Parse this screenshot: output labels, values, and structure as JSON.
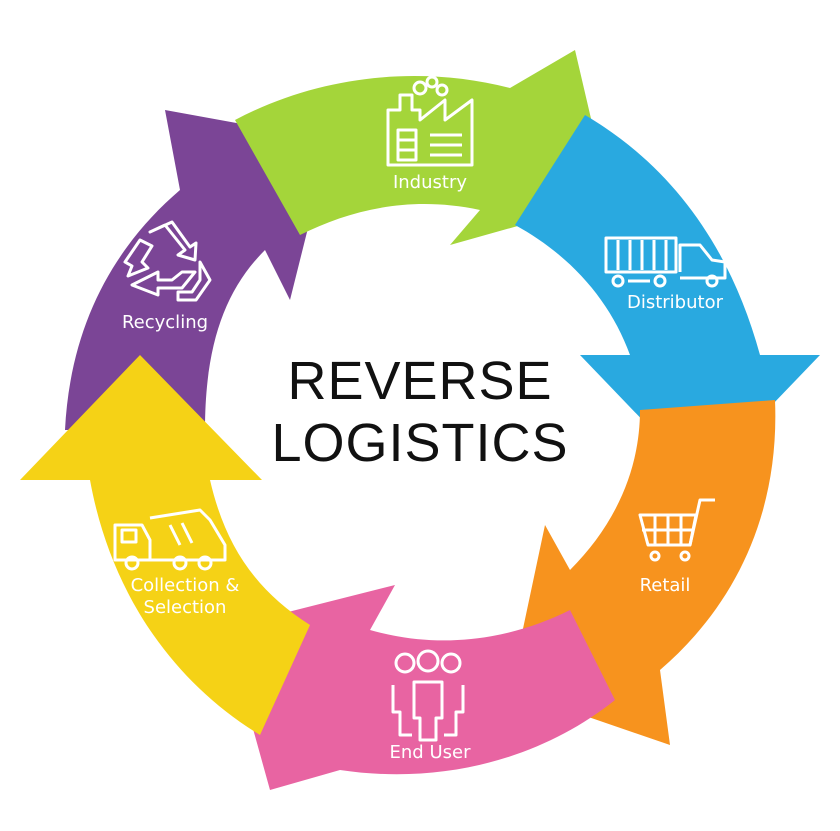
{
  "title": {
    "line1": "REVERSE",
    "line2": "LOGISTICS"
  },
  "stages": [
    {
      "label": "Industry",
      "icon": "factory-icon",
      "color": "#a4d53a"
    },
    {
      "label": "Distributor",
      "icon": "truck-icon",
      "color": "#29a9e0"
    },
    {
      "label": "Retail",
      "icon": "shopping-cart-icon",
      "color": "#f7931e"
    },
    {
      "label": "End User",
      "icon": "people-icon",
      "color": "#e864a2"
    },
    {
      "label": "Collection &",
      "label2": "Selection",
      "icon": "garbage-truck-icon",
      "color": "#f5d216"
    },
    {
      "label": "Recycling",
      "icon": "recycle-icon",
      "color": "#7b4596"
    }
  ]
}
